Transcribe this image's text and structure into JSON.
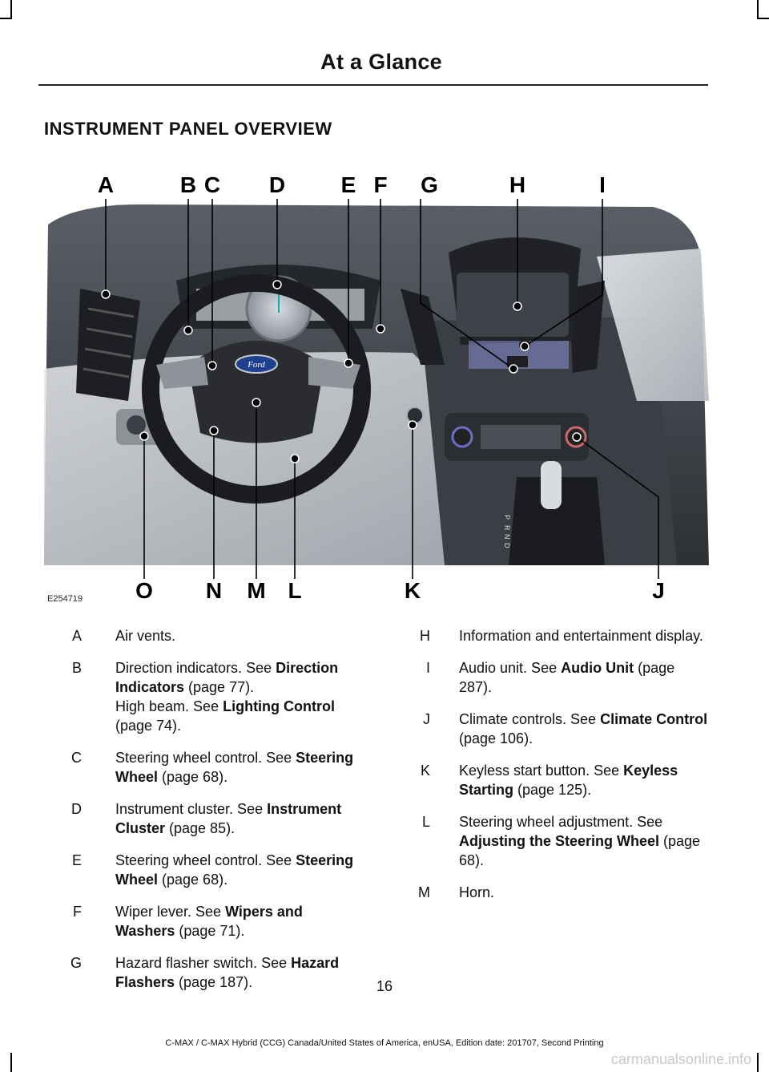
{
  "header": {
    "title": "At a Glance"
  },
  "section_title": "INSTRUMENT PANEL OVERVIEW",
  "figure": {
    "id": "E254719",
    "callouts_top": [
      "A",
      "B",
      "C",
      "D",
      "E",
      "F",
      "G",
      "H",
      "I"
    ],
    "callouts_bottom": [
      "O",
      "N",
      "M",
      "L",
      "K",
      "J"
    ],
    "brand_badge": "Ford",
    "gear_letters": [
      "P",
      "R",
      "N",
      "D"
    ]
  },
  "legend_left": [
    {
      "letter": "A",
      "text": "Air vents.",
      "ref": "",
      "after": "",
      "text2": "",
      "ref2": "",
      "after2": ""
    },
    {
      "letter": "B",
      "text": "Direction indicators.  See ",
      "ref": "Direction Indicators",
      "after": " (page 77).",
      "text2": "High beam.  See ",
      "ref2": "Lighting Control",
      "after2": " (page 74)."
    },
    {
      "letter": "C",
      "text": "Steering wheel control.  See ",
      "ref": "Steering Wheel",
      "after": " (page 68).",
      "text2": "",
      "ref2": "",
      "after2": ""
    },
    {
      "letter": "D",
      "text": "Instrument cluster.  See ",
      "ref": "Instrument Cluster",
      "after": " (page 85).",
      "text2": "",
      "ref2": "",
      "after2": ""
    },
    {
      "letter": "E",
      "text": "Steering wheel control.  See ",
      "ref": "Steering Wheel",
      "after": " (page 68).",
      "text2": "",
      "ref2": "",
      "after2": ""
    },
    {
      "letter": "F",
      "text": "Wiper lever.  See ",
      "ref": "Wipers and Washers",
      "after": " (page 71).",
      "text2": "",
      "ref2": "",
      "after2": ""
    },
    {
      "letter": "G",
      "text": "Hazard flasher switch.  See ",
      "ref": "Hazard Flashers",
      "after": " (page 187).",
      "text2": "",
      "ref2": "",
      "after2": ""
    }
  ],
  "legend_right": [
    {
      "letter": "H",
      "text": "Information and entertainment display.",
      "ref": "",
      "after": ""
    },
    {
      "letter": "I",
      "text": "Audio unit.  See ",
      "ref": "Audio Unit",
      "after": " (page 287)."
    },
    {
      "letter": "J",
      "text": "Climate controls.  See ",
      "ref": "Climate Control",
      "after": " (page 106)."
    },
    {
      "letter": "K",
      "text": "Keyless start button.  See ",
      "ref": "Keyless Starting",
      "after": " (page 125)."
    },
    {
      "letter": "L",
      "text": "Steering wheel adjustment.  See ",
      "ref": "Adjusting the Steering Wheel",
      "after": " (page 68)."
    },
    {
      "letter": "M",
      "text": "Horn.",
      "ref": "",
      "after": ""
    }
  ],
  "page_number": "16",
  "footer": "C-MAX / C-MAX Hybrid (CCG) Canada/United States of America, enUSA, Edition date: 201707, Second Printing",
  "watermark": "carmanualsonline.info",
  "colors": {
    "ink": "#111111",
    "dash_dark": "#3a3d42",
    "dash_light": "#c8cbd0",
    "badge_blue": "#1f3f8f"
  }
}
